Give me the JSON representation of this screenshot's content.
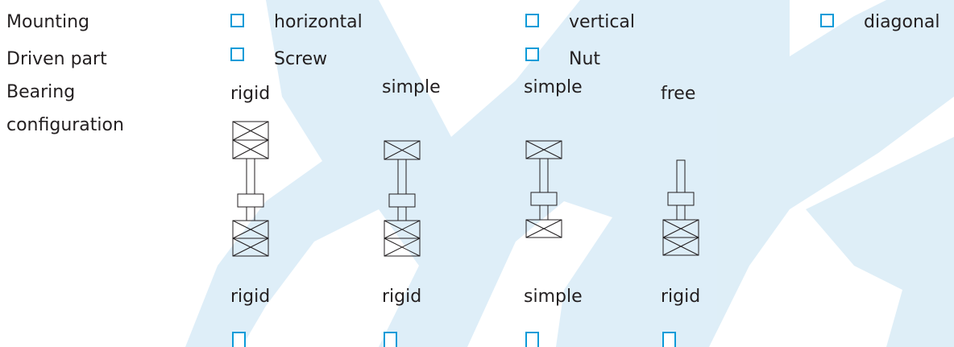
{
  "colors": {
    "checkbox": "#0b9bd8",
    "text": "#231f20",
    "watermark": "#cde5f3"
  },
  "rows": {
    "mounting": {
      "label": "Mounting",
      "options": [
        "horizontal",
        "vertical",
        "diagonal"
      ]
    },
    "driven_part": {
      "label": "Driven part",
      "options": [
        "Screw",
        "Nut"
      ]
    },
    "bearing": {
      "label_line1": "Bearing",
      "label_line2": "configuration"
    }
  },
  "configurations": [
    {
      "top": "rigid",
      "bottom": "rigid"
    },
    {
      "top": "simple",
      "bottom": "rigid"
    },
    {
      "top": "simple",
      "bottom": "simple"
    },
    {
      "top": "free",
      "bottom": "rigid"
    }
  ]
}
